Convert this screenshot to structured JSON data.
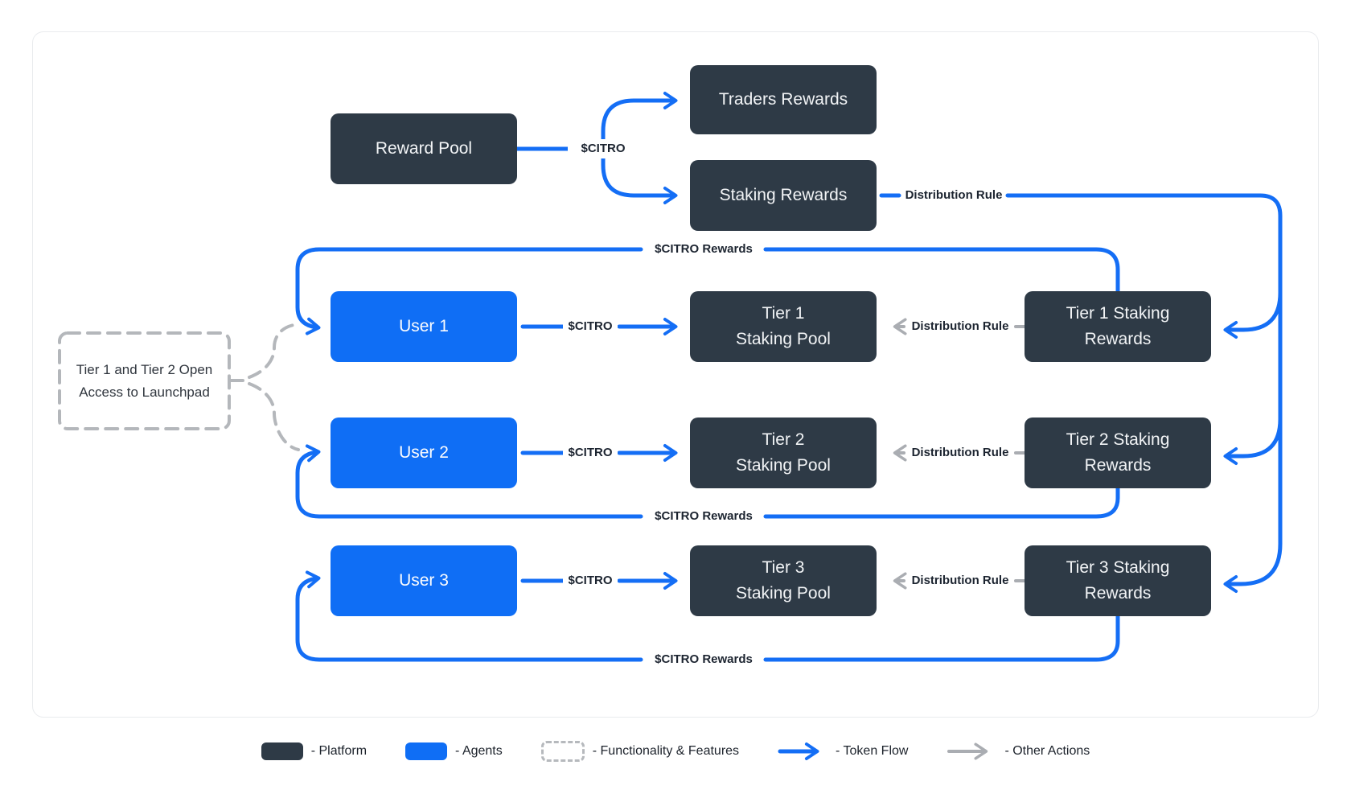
{
  "diagram": {
    "top": {
      "reward_pool": "Reward Pool",
      "citro_label": "$CITRO",
      "traders_rewards": "Traders Rewards",
      "staking_rewards": "Staking Rewards",
      "distribution_rule_label": "Distribution Rule"
    },
    "note": {
      "line1": "Tier 1 and Tier 2 Open",
      "line2": "Access to Launchpad"
    },
    "rows": [
      {
        "user": "User 1",
        "citro_label": "$CITRO",
        "pool_line1": "Tier 1",
        "pool_line2": "Staking Pool",
        "distribution_label": "Distribution Rule",
        "rewards_line1": "Tier 1 Staking",
        "rewards_line2": "Rewards",
        "citro_rewards_label": "$CITRO Rewards"
      },
      {
        "user": "User 2",
        "citro_label": "$CITRO",
        "pool_line1": "Tier 2",
        "pool_line2": "Staking Pool",
        "distribution_label": "Distribution Rule",
        "rewards_line1": "Tier 2 Staking",
        "rewards_line2": "Rewards",
        "citro_rewards_label": "$CITRO Rewards"
      },
      {
        "user": "User 3",
        "citro_label": "$CITRO",
        "pool_line1": "Tier 3",
        "pool_line2": "Staking Pool",
        "distribution_label": "Distribution Rule",
        "rewards_line1": "Tier 3 Staking",
        "rewards_line2": "Rewards",
        "citro_rewards_label": "$CITRO Rewards"
      }
    ],
    "legend": {
      "platform": "- Platform",
      "agents": "- Agents",
      "functionality": "- Functionality & Features",
      "token_flow": "- Token Flow",
      "other_actions": "- Other Actions"
    },
    "colors": {
      "platform_box": "#2e3a46",
      "agent_box": "#0f6ef5",
      "token_flow_line": "#146ef5",
      "other_actions_line": "#aaadb2",
      "dashed_feature": "#b4b7bb"
    }
  }
}
